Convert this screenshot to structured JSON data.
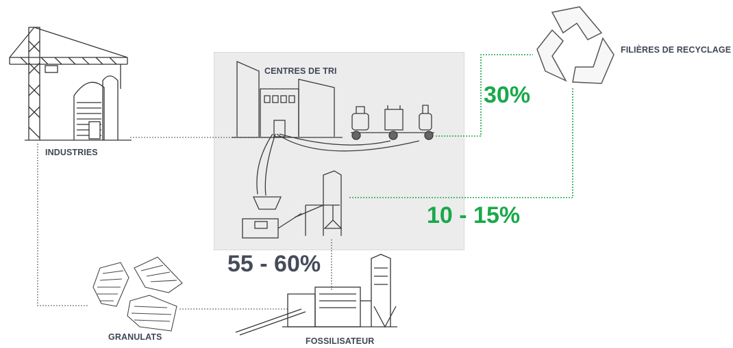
{
  "labels": {
    "industries": "INDUSTRIES",
    "centres_de_tri": "CENTRES DE TRI",
    "filieres_recyclage": "FILIÈRES DE RECYCLAGE",
    "granulats": "GRANULATS",
    "fossilisateur": "FOSSILISATEUR"
  },
  "percentages": {
    "recyclage": "30%",
    "fossilisateur_to_recyclage": "10 - 15%",
    "fossilisateur": "55 - 60%"
  },
  "colors": {
    "green": "#19a84a",
    "dark_gray": "#454b5a",
    "label_gray": "#3f4656",
    "box_bg": "#ececec",
    "sketch": "#333333"
  }
}
